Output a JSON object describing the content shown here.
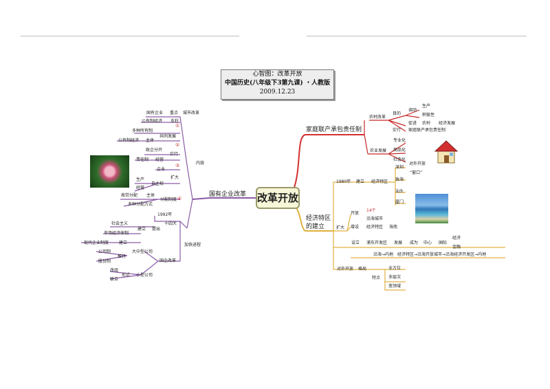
{
  "title": {
    "line1": "心智图：改革开放",
    "line2": "中国历史(八年级下3第九课) ・人教版",
    "line3": "2009.12.23"
  },
  "center": "改革开放",
  "branch_rural": {
    "label": "家庭联产承包责任制",
    "village_reform": "农村改革",
    "purpose": "目的",
    "mobilize": "调动",
    "production": "生产",
    "enthusiasm": "积极性",
    "promote": "促进",
    "countryside": "农村",
    "economic_dev": "经济发展",
    "implement": "实行",
    "system": "家庭联产承包责任制",
    "agri_dev": "农业发展",
    "specialization": "专业化",
    "commercialization": "商品化",
    "socialization": "社会化"
  },
  "branch_sez": {
    "label1": "经济特区",
    "label2": "的建立",
    "year1980": "1980年",
    "establish": "建立",
    "sez": "经济特区",
    "shenzhen": "深圳",
    "window_prefix": "对外开放",
    "window": "“窗口”",
    "zhuhai": "珠海",
    "shantou": "汕头",
    "xiamen": "厦门",
    "expand": "扩大",
    "open": "开放",
    "fourteen": "14个",
    "coastal_cities": "沿海城市",
    "add": "增设",
    "sez2": "经济特区",
    "hainan": "海南",
    "setup": "设立",
    "pudong": "浦东开发区",
    "develop": "发展",
    "become": "成为",
    "center_word": "中心",
    "international": "国际",
    "economy": "经济",
    "finance": "金融",
    "chain": "沿海→内地　经济特区→沿海开放城市→沿海经济开发区→内地",
    "opening": "对外开放",
    "pattern": "格局",
    "features": "特点",
    "all_round": "全方位",
    "multi_level": "多层次",
    "wide": "宽领域"
  },
  "branch_soe": {
    "label": "国有企业改革",
    "content": "内容",
    "soe": "国有企业",
    "focus": "重点",
    "urban_reform": "城市改革",
    "circled1": "①",
    "pillar": "支柱",
    "public_economy": "公有制经济",
    "circled2": "②",
    "common_dev": "共同发展",
    "multi_own": "多种所有制",
    "main_body": "主体",
    "public_econ2": "公有制经济",
    "circled3": "③",
    "implement": "实行",
    "separate": "政企分开",
    "resp_system": "责任制",
    "operate": "经营",
    "expand": "扩大",
    "enterprise": "企业",
    "autonomy": "自主权",
    "production": "生产",
    "operation": "经营",
    "circled4": "④",
    "distribution": "分配制度",
    "by_labor": "按劳分配",
    "main2": "主体",
    "various": "多种分配方式",
    "accelerate": "加快进程",
    "year1992": "1992年",
    "fourteenth": "十四大",
    "raise": "提出",
    "socialism": "社会主义",
    "build": "建立",
    "market_system": "市场经济体制",
    "soe_reform": "国企改革",
    "large_medium": "大中型公司",
    "modern_system": "现代企业制度",
    "build2": "建立",
    "promote": "推行",
    "company": "公司制",
    "shareholding": "股份制",
    "small": "小型公司",
    "form": "形式",
    "restructure": "改组",
    "joint": "联合"
  }
}
